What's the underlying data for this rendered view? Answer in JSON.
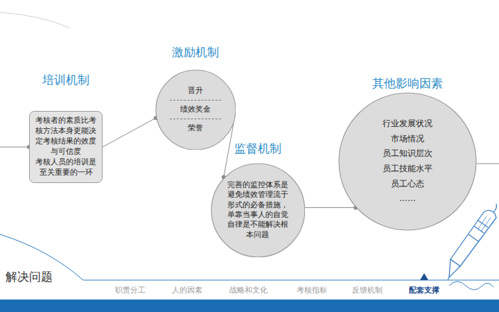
{
  "diagram": {
    "nodes": [
      {
        "text": [
          "培训机制",
          "考核者的素质比考核方法本身更能决定考核结果的效度与可信度",
          "考核人员的培训是至关重要的一环"
        ]
      },
      {
        "text": [
          "激励机制",
          "晋升",
          "绩效奖金",
          "荣誉"
        ]
      },
      {
        "text": [
          "监督机制",
          "完善的监控体系是避免绩效管理流于形式的必备措施，单靠当事人的自觉自律是不能解决根本问题"
        ]
      },
      {
        "text": [
          "其他影响因素",
          "行业发展状况",
          "市场情况",
          "员工知识层次",
          "员工技能水平",
          "员工心态",
          "……"
        ]
      }
    ],
    "edges": [
      {
        "from": 0,
        "to": 1,
        "arrow": "none"
      },
      {
        "from": 1,
        "to": 2,
        "arrow": "none"
      },
      {
        "from": 2,
        "to": 3,
        "arrow": "none"
      }
    ],
    "labels": [
      "解决问题",
      "职责分工",
      "人的因素",
      "战略和文化",
      "考核指标",
      "反馈机制",
      "配套支撑"
    ]
  }
}
